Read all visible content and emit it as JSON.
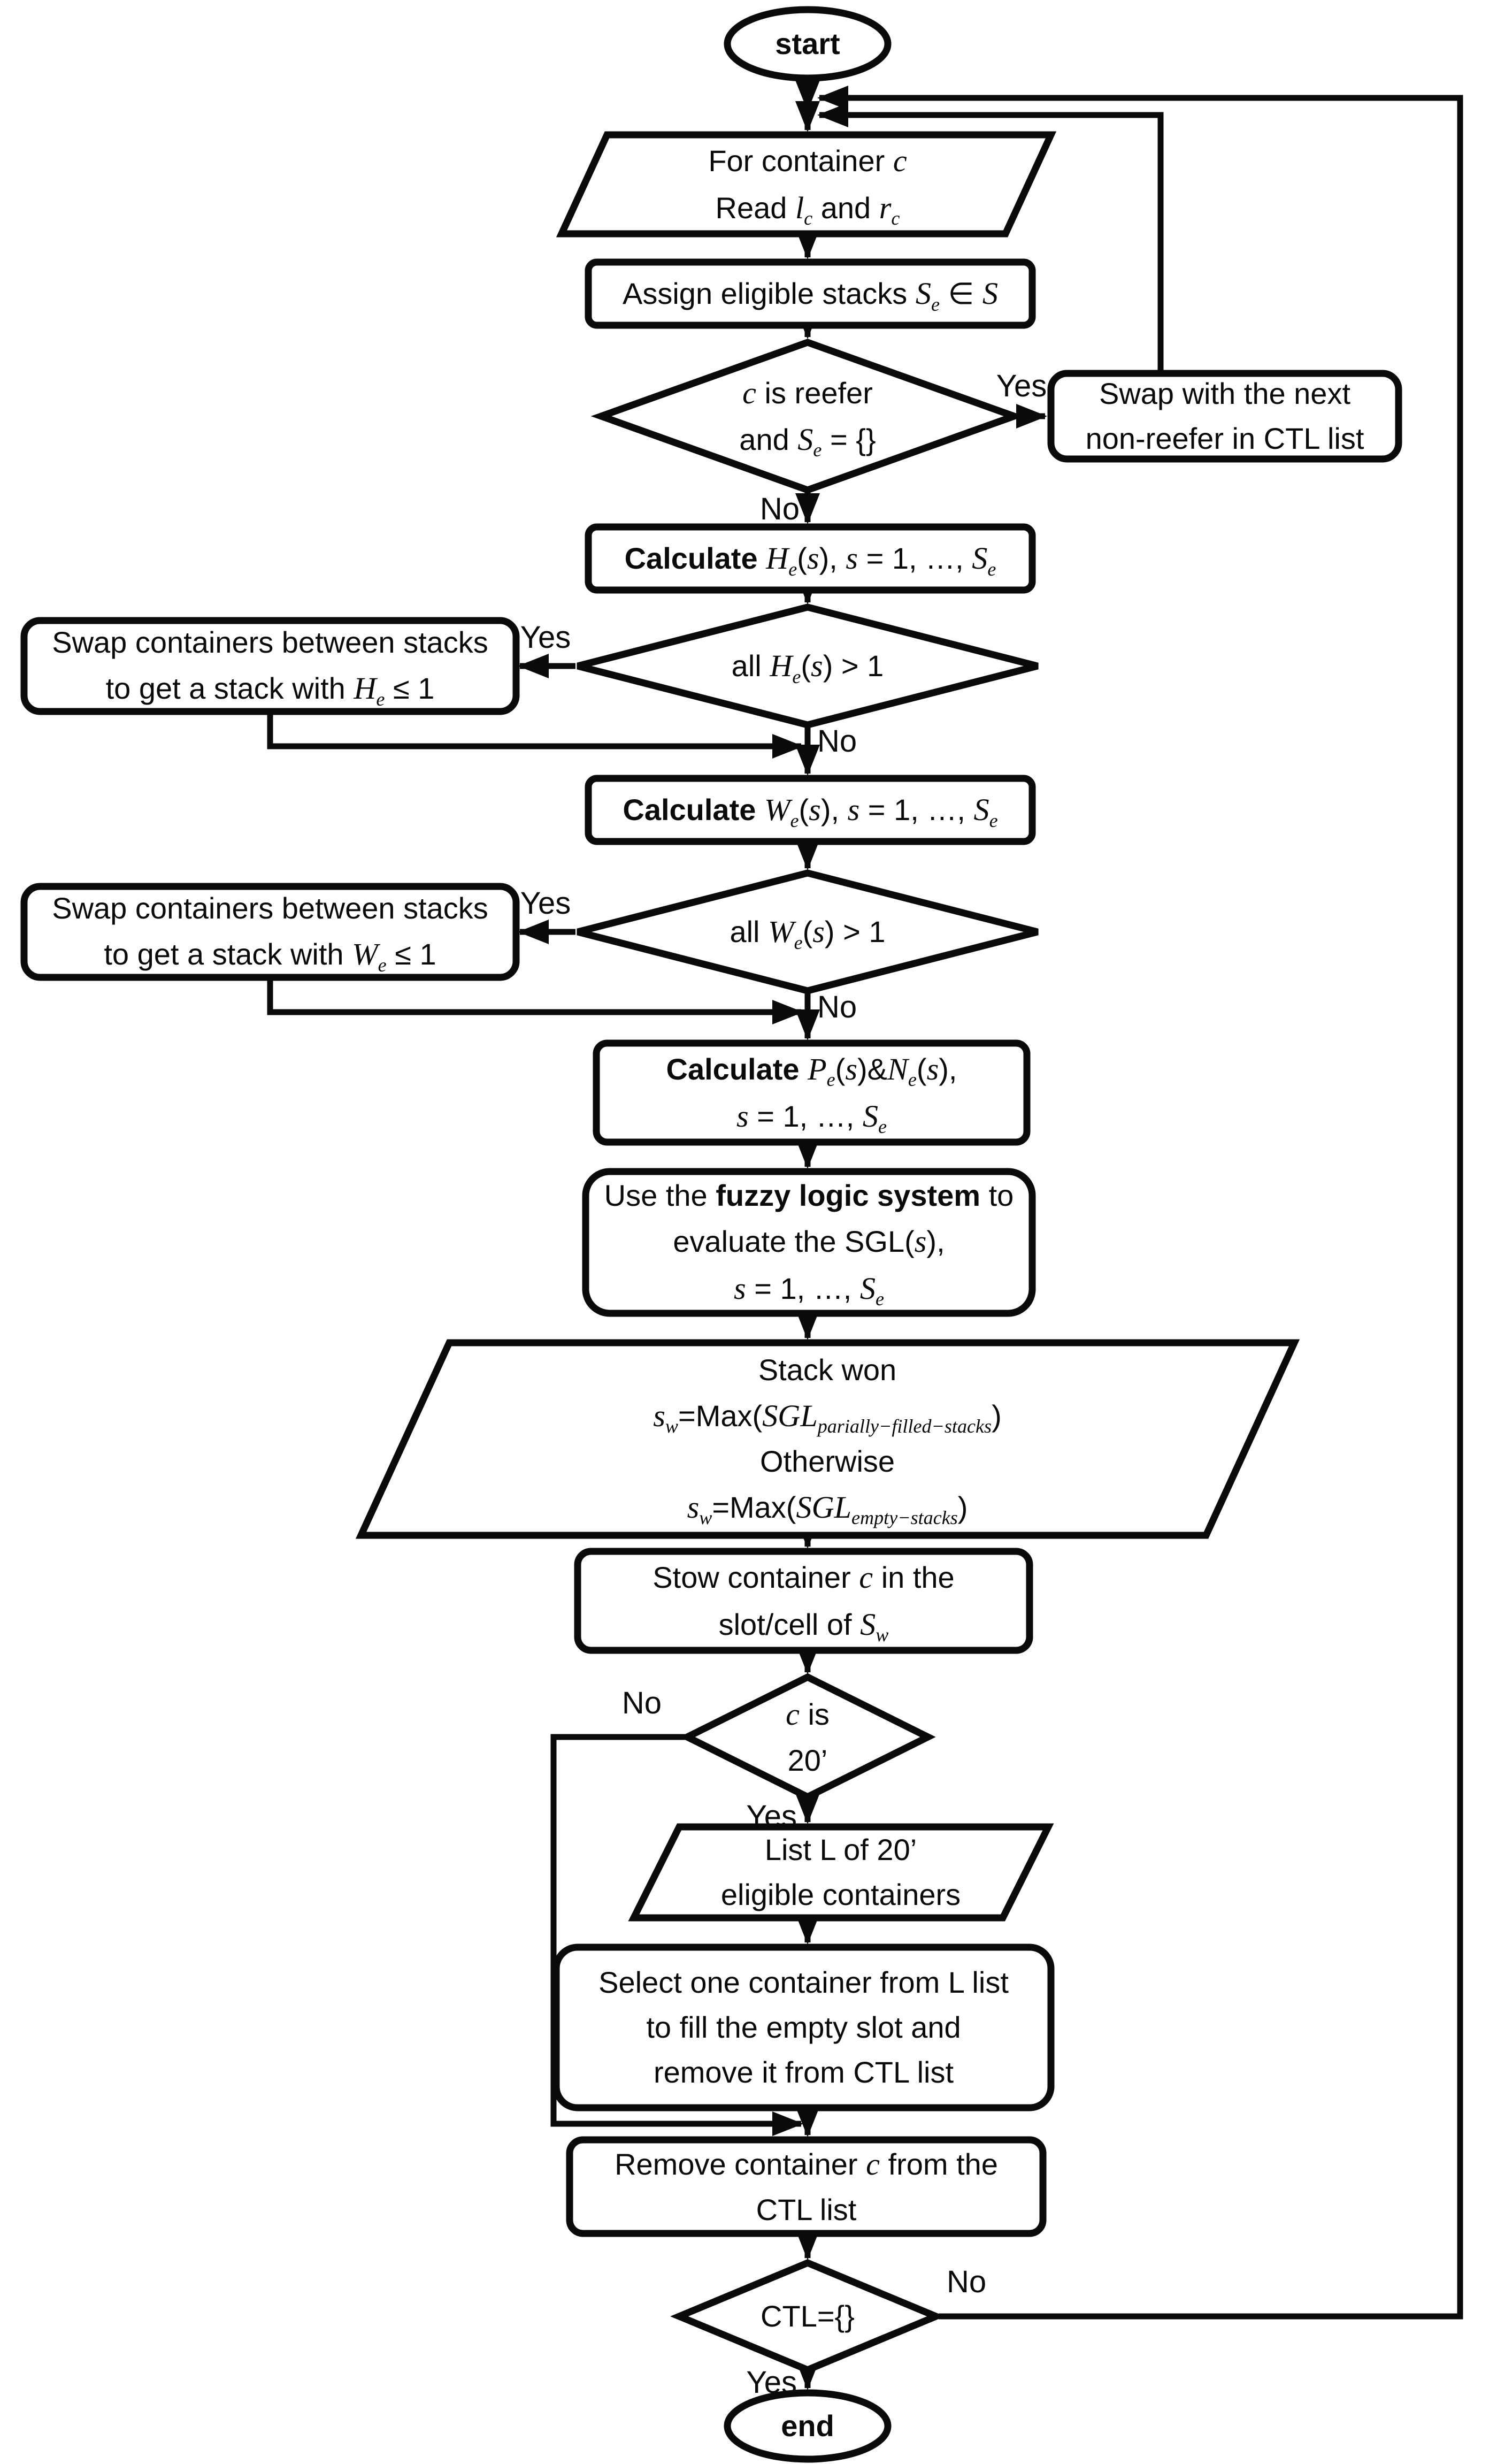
{
  "diagram": {
    "title": "Container stowage fuzzy-logic flowchart",
    "colors": {
      "line": "#0a0a0a",
      "background": "#ffffff",
      "text": "#0a0a0a"
    },
    "nodes": {
      "start": {
        "type": "terminator",
        "label": "start"
      },
      "read": {
        "type": "io",
        "line1": "For container `c`",
        "line2": "Read `l`_{`c`} and `r`_{`c`}"
      },
      "assign": {
        "type": "process",
        "line1": "Assign eligible stacks `S`_{`e`} ∈ `S`"
      },
      "reefer_decision": {
        "type": "decision",
        "line1": "`c` is reefer",
        "line2": "and `S`_{`e`} = {}"
      },
      "swap_nonreefer": {
        "type": "process",
        "line1": "Swap with the next",
        "line2": "non-reefer in CTL list"
      },
      "calc_h": {
        "type": "process",
        "line1": "*Calculate* `H`_{`e`}(`s`), `s` = 1, …, `S`_{`e`}"
      },
      "all_h_decision": {
        "type": "decision",
        "line1": "all `H`_{`e`}(`s`) > 1"
      },
      "swap_h": {
        "type": "process",
        "line1": "Swap containers between stacks",
        "line2": "to get a stack with `H`_{`e`} ≤ 1"
      },
      "calc_w": {
        "type": "process",
        "line1": "*Calculate* `W`_{`e`}(`s`), `s` = 1, …, `S`_{`e`}"
      },
      "all_w_decision": {
        "type": "decision",
        "line1": "all `W`_{`e`}(`s`) > 1"
      },
      "swap_w": {
        "type": "process",
        "line1": "Swap containers between stacks",
        "line2": "to get a stack with `W`_{`e`} ≤ 1"
      },
      "calc_pn": {
        "type": "process",
        "line1": "*Calculate* `P`_{`e`}(`s`)&`N`_{`e`}(`s`),",
        "line2": "`s` = 1, …, `S`_{`e`}"
      },
      "fuzzy": {
        "type": "process",
        "line1": "Use the *fuzzy logic system* to",
        "line2": "evaluate the SGL(`s`),",
        "line3": "`s` = 1, …, `S`_{`e`}"
      },
      "stack_won": {
        "type": "io",
        "line1": "Stack won",
        "line2": "`s`_{`w`}=Max(`SGL`_{`parially−filled−stacks`})",
        "line3": "Otherwise",
        "line4": "`s`_{`w`}=Max(`SGL`_{`empty−stacks`})"
      },
      "stow": {
        "type": "process",
        "line1": "Stow container `c` in the",
        "line2": "slot/cell of  `S`_{`w`}"
      },
      "is20_decision": {
        "type": "decision",
        "line1": "`c` is",
        "line2": "20’"
      },
      "list20": {
        "type": "io",
        "line1": "List L of 20’",
        "line2": "eligible containers"
      },
      "select": {
        "type": "process",
        "line1": "Select one container  from L list",
        "line2": "to fill the empty slot and",
        "line3": "remove it from CTL list"
      },
      "remove": {
        "type": "process",
        "line1": "Remove container `c` from the",
        "line2": "CTL list"
      },
      "ctl_decision": {
        "type": "decision",
        "label": "CTL={}"
      },
      "end": {
        "type": "terminator",
        "label": "end"
      }
    },
    "labels": {
      "reefer_yes": "Yes",
      "reefer_no": "No",
      "all_h_yes": "Yes",
      "all_h_no": "No",
      "all_w_yes": "Yes",
      "all_w_no": "No",
      "is20_no": "No",
      "is20_yes": "Yes",
      "ctl_no": "No",
      "ctl_yes": "Yes"
    }
  }
}
